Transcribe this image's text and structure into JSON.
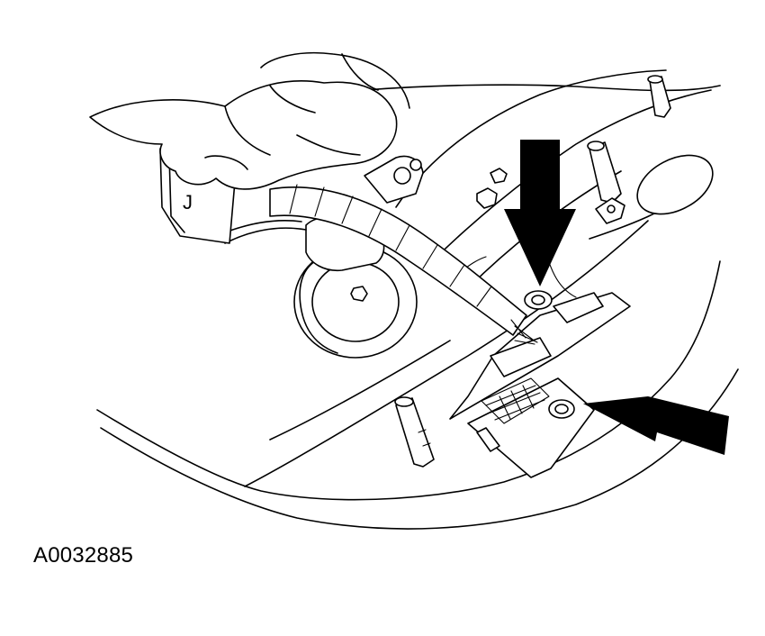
{
  "figure": {
    "id_label": "A0032885",
    "letter_mark": "J"
  },
  "colors": {
    "line": "#000000",
    "background": "#ffffff"
  },
  "icons": [
    "hand",
    "wiring-harness",
    "connector-module",
    "location-arrow"
  ]
}
